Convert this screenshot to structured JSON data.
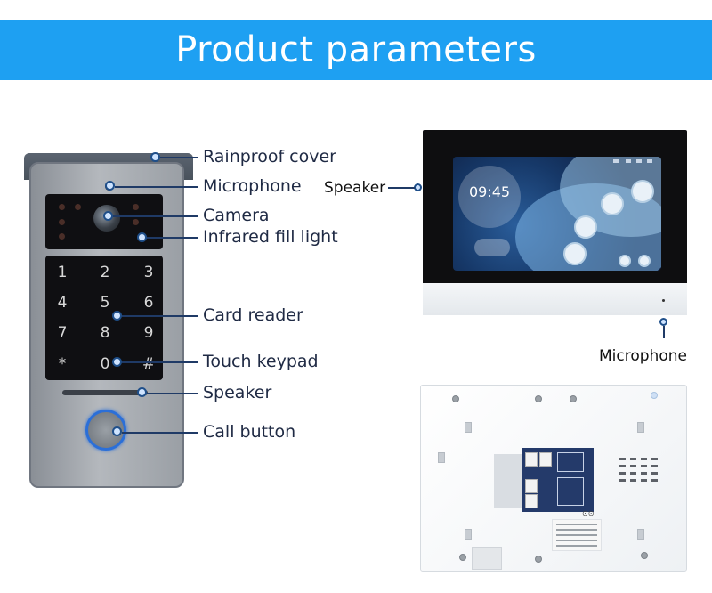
{
  "banner": {
    "title": "Product parameters",
    "color": "#1ea0f2"
  },
  "doorbell": {
    "labels": {
      "rainproof_cover": "Rainproof cover",
      "microphone": "Microphone",
      "camera": "Camera",
      "infrared": "Infrared fill light",
      "card_reader": "Card reader",
      "touch_keypad": "Touch keypad",
      "speaker": "Speaker",
      "call_button": "Call button"
    },
    "keys": [
      "1",
      "2",
      "3",
      "4",
      "5",
      "6",
      "7",
      "8",
      "9",
      "*",
      "0",
      "#"
    ]
  },
  "monitor": {
    "labels": {
      "speaker": "Speaker",
      "microphone": "Microphone"
    },
    "screen": {
      "time": "09:45"
    }
  },
  "icons": [
    "lock-icon",
    "camera-icon",
    "cctv-icon",
    "door-icon",
    "cloud-icon",
    "power-icon"
  ]
}
